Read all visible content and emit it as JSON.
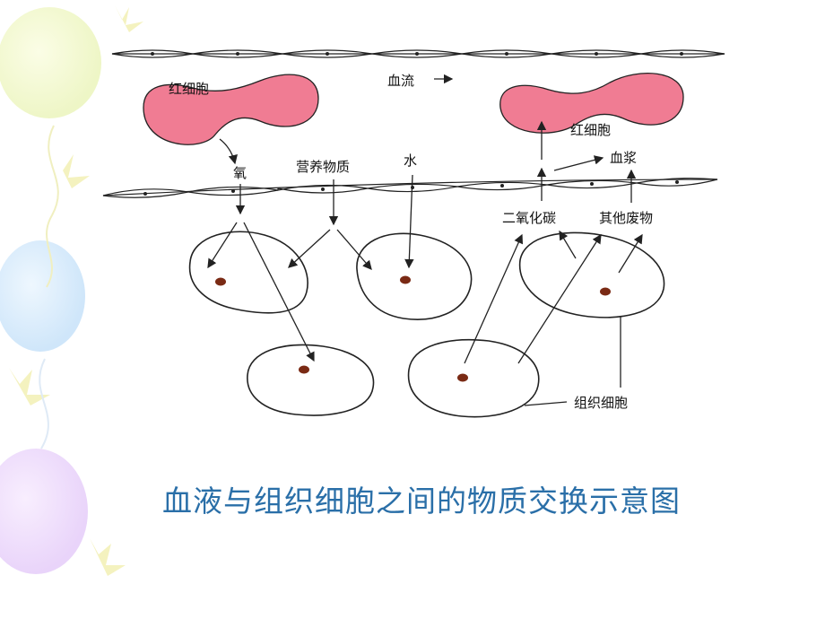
{
  "labels": {
    "rbc_left": "红细胞",
    "blood_flow": "血流",
    "rbc_right": "红细胞",
    "oxygen": "氧",
    "nutrients": "营养物质",
    "water": "水",
    "plasma": "血浆",
    "co2": "二氧化碳",
    "other_waste": "其他废物",
    "tissue_cell": "组织细胞"
  },
  "caption": "血液与组织细胞之间的物质交换示意图",
  "colors": {
    "rbc_fill": "#f07c93",
    "nucleus": "#7a2a14",
    "caption": "#2a6fa8",
    "line": "#222222"
  }
}
